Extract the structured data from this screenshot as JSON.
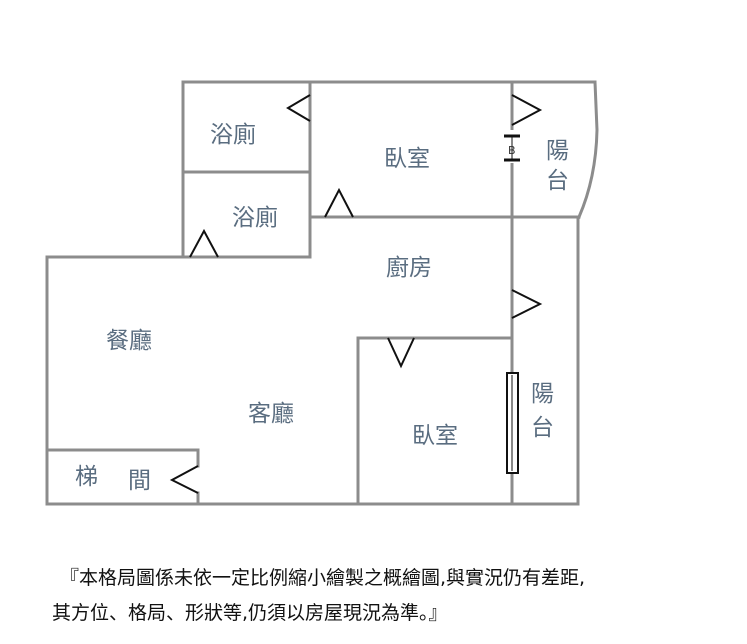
{
  "rooms": {
    "bath_1": "浴廁",
    "bath_2": "浴廁",
    "bedroom_1": "臥室",
    "balcony_1": [
      "陽",
      "台"
    ],
    "kitchen": "廚房",
    "dining": "餐廳",
    "living": "客廳",
    "bedroom_2": "臥室",
    "balcony_2": [
      "陽",
      "台"
    ],
    "stairs": [
      "梯",
      "間"
    ],
    "bar_b_label": "B"
  },
  "disclaimer": {
    "line1": "『本格局圖係未依一定比例縮小繪製之概繪圖,與實況仍有差距,",
    "line2": "其方位、格局、形狀等,仍須以房屋現況為準。』"
  },
  "colors": {
    "wall": "#8c8c8c",
    "door": "#111111",
    "label": "#5a6d80"
  }
}
